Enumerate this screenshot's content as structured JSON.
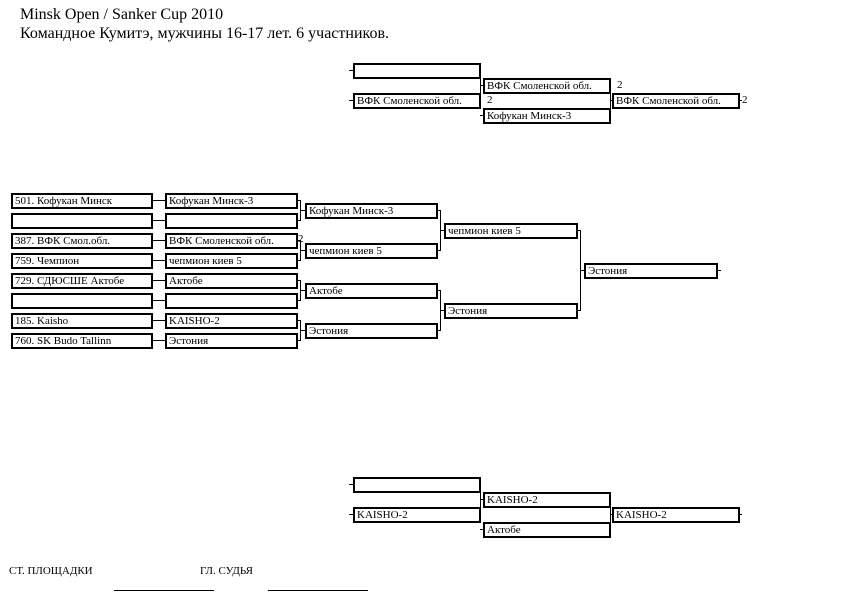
{
  "header": {
    "line1": "Minsk Open / Sanker Cup 2010",
    "line2": "Командное Кумитэ, мужчины 16-17 лет. 6 участников."
  },
  "repechage_top": {
    "r1_a": "",
    "r1_b": "ВФК Смоленской обл.",
    "r1_b_score": "2",
    "r2_a": "ВФК Смоленской обл.",
    "r2_a_score": "2",
    "r2_b": "Кофукан Минск-3",
    "winner": "ВФК Смоленской обл.",
    "winner_score": "2"
  },
  "main": {
    "entries": [
      "501. Кофукан Минск",
      "",
      "387. ВФК Смол.обл.",
      "759. Чемпион",
      "729. СДЮСШЕ Актобе",
      "",
      "185. Kaisho",
      "760. SK Budo Tallinn"
    ],
    "round1": [
      "Кофукан Минск-3",
      "",
      "ВФК Смоленской обл.",
      "чепмион киев 5",
      "Актобе",
      "",
      "KAISHO-2",
      "Эстония"
    ],
    "round1_score": "2",
    "round2": [
      "Кофукан Минск-3",
      "чепмион киев 5",
      "Актобе",
      "Эстония"
    ],
    "semis": [
      "чепмион киев 5",
      "Эстония"
    ],
    "final": "Эстония"
  },
  "repechage_bottom": {
    "r1_a": "",
    "r1_b": "KAISHO-2",
    "r2_a": "KAISHO-2",
    "r2_b": "Актобе",
    "winner": "KAISHO-2"
  },
  "footer": {
    "court_label": "СТ. ПЛОЩАДКИ",
    "judge_label": "ГЛ. СУДЬЯ"
  }
}
